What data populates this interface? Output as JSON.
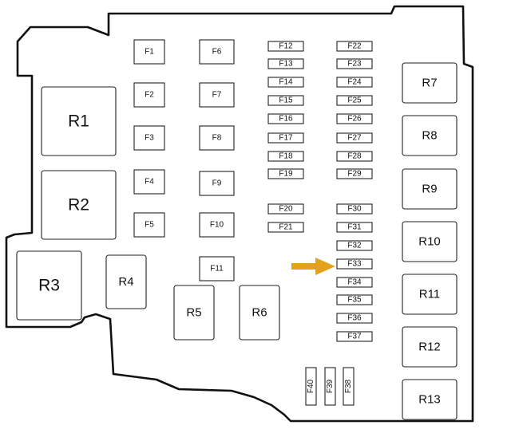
{
  "colors": {
    "outline": "#111111",
    "box": "#222222",
    "arrow": "#E2A21C"
  },
  "highlight": {
    "fuse": "F33",
    "icon": "arrow-right-icon"
  },
  "relays": [
    {
      "id": "R1"
    },
    {
      "id": "R2"
    },
    {
      "id": "R3"
    },
    {
      "id": "R4"
    },
    {
      "id": "R5"
    },
    {
      "id": "R6"
    },
    {
      "id": "R7"
    },
    {
      "id": "R8"
    },
    {
      "id": "R9"
    },
    {
      "id": "R10"
    },
    {
      "id": "R11"
    },
    {
      "id": "R12"
    },
    {
      "id": "R13"
    }
  ],
  "fuses": [
    {
      "id": "F1"
    },
    {
      "id": "F2"
    },
    {
      "id": "F3"
    },
    {
      "id": "F4"
    },
    {
      "id": "F5"
    },
    {
      "id": "F6"
    },
    {
      "id": "F7"
    },
    {
      "id": "F8"
    },
    {
      "id": "F9"
    },
    {
      "id": "F10"
    },
    {
      "id": "F11"
    },
    {
      "id": "F12"
    },
    {
      "id": "F13"
    },
    {
      "id": "F14"
    },
    {
      "id": "F15"
    },
    {
      "id": "F16"
    },
    {
      "id": "F17"
    },
    {
      "id": "F18"
    },
    {
      "id": "F19"
    },
    {
      "id": "F20"
    },
    {
      "id": "F21"
    },
    {
      "id": "F22"
    },
    {
      "id": "F23"
    },
    {
      "id": "F24"
    },
    {
      "id": "F25"
    },
    {
      "id": "F26"
    },
    {
      "id": "F27"
    },
    {
      "id": "F28"
    },
    {
      "id": "F29"
    },
    {
      "id": "F30"
    },
    {
      "id": "F31"
    },
    {
      "id": "F32"
    },
    {
      "id": "F33"
    },
    {
      "id": "F34"
    },
    {
      "id": "F35"
    },
    {
      "id": "F36"
    },
    {
      "id": "F37"
    },
    {
      "id": "F38"
    },
    {
      "id": "F39"
    },
    {
      "id": "F40"
    }
  ]
}
